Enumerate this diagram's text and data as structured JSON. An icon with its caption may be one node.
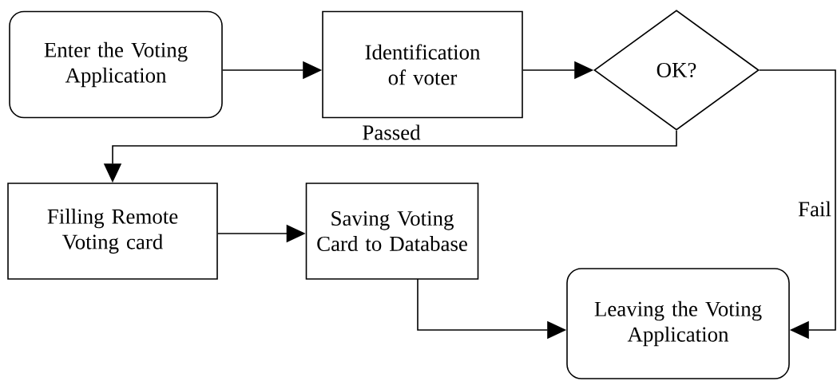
{
  "diagram": {
    "nodes": [
      {
        "text": [
          "Enter the Voting Application"
        ]
      },
      {
        "text": [
          "Identification of voter"
        ]
      },
      {
        "text": [
          "OK?"
        ]
      },
      {
        "text": [
          "Filling Remote Voting card"
        ]
      },
      {
        "text": [
          "Saving Voting Card to Database"
        ]
      },
      {
        "text": [
          "Leaving the Voting Application"
        ]
      }
    ],
    "edges": [
      {
        "from": 0,
        "to": 1,
        "arrow": "to"
      },
      {
        "from": 1,
        "to": 2,
        "arrow": "to"
      },
      {
        "from": 2,
        "to": 3,
        "arrow": "to",
        "label": "Passed"
      },
      {
        "from": 3,
        "to": 4,
        "arrow": "to"
      },
      {
        "from": 4,
        "to": 5,
        "arrow": "to"
      },
      {
        "from": 2,
        "to": 5,
        "arrow": "to",
        "label": "Fail"
      }
    ]
  }
}
